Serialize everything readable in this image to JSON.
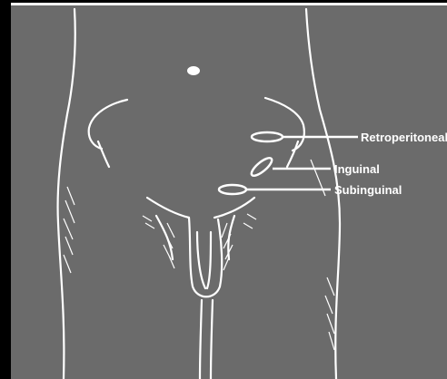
{
  "figure": {
    "labels": {
      "retroperitoneal": "Retroperitoneal",
      "inguinal": "Inguinal",
      "subinguinal": "Subinguinal"
    }
  },
  "colors": {
    "background": "#6b6b6b",
    "line": "#ffffff",
    "frame": "#000000"
  }
}
